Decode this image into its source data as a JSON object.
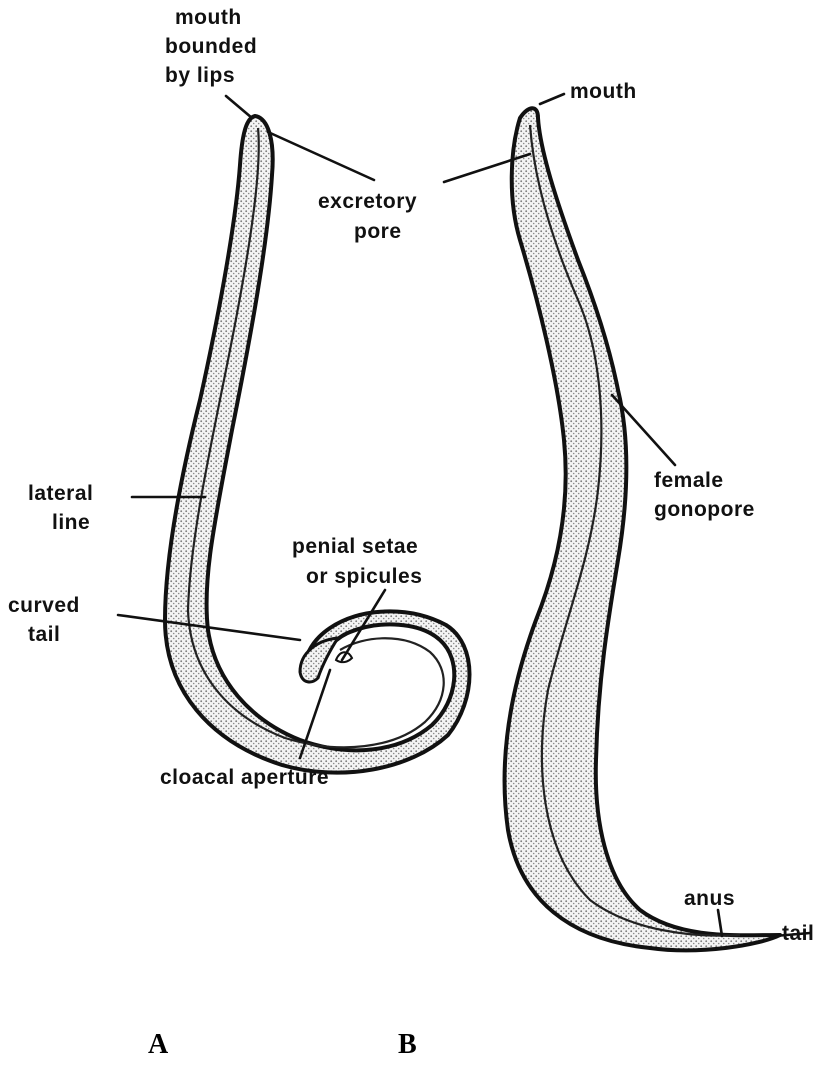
{
  "figure": {
    "panel_a": {
      "caption": "A",
      "labels": {
        "mouth_line1": "mouth",
        "mouth_line2": "bounded",
        "mouth_line3": "by lips",
        "excretory_line1": "excretory",
        "excretory_line2": "pore",
        "lateral_line1": "lateral",
        "lateral_line2": "line",
        "penial_line1": "penial setae",
        "penial_line2": "or spicules",
        "curved_line1": "curved",
        "curved_line2": "tail",
        "cloacal": "cloacal aperture"
      }
    },
    "panel_b": {
      "caption": "B",
      "labels": {
        "mouth": "mouth",
        "female_line1": "female",
        "female_line2": "gonopore",
        "anus": "anus",
        "tail": "tail"
      }
    }
  },
  "colors": {
    "ink": "#111111",
    "stipple": "#9a9a9a",
    "background": "#ffffff"
  }
}
